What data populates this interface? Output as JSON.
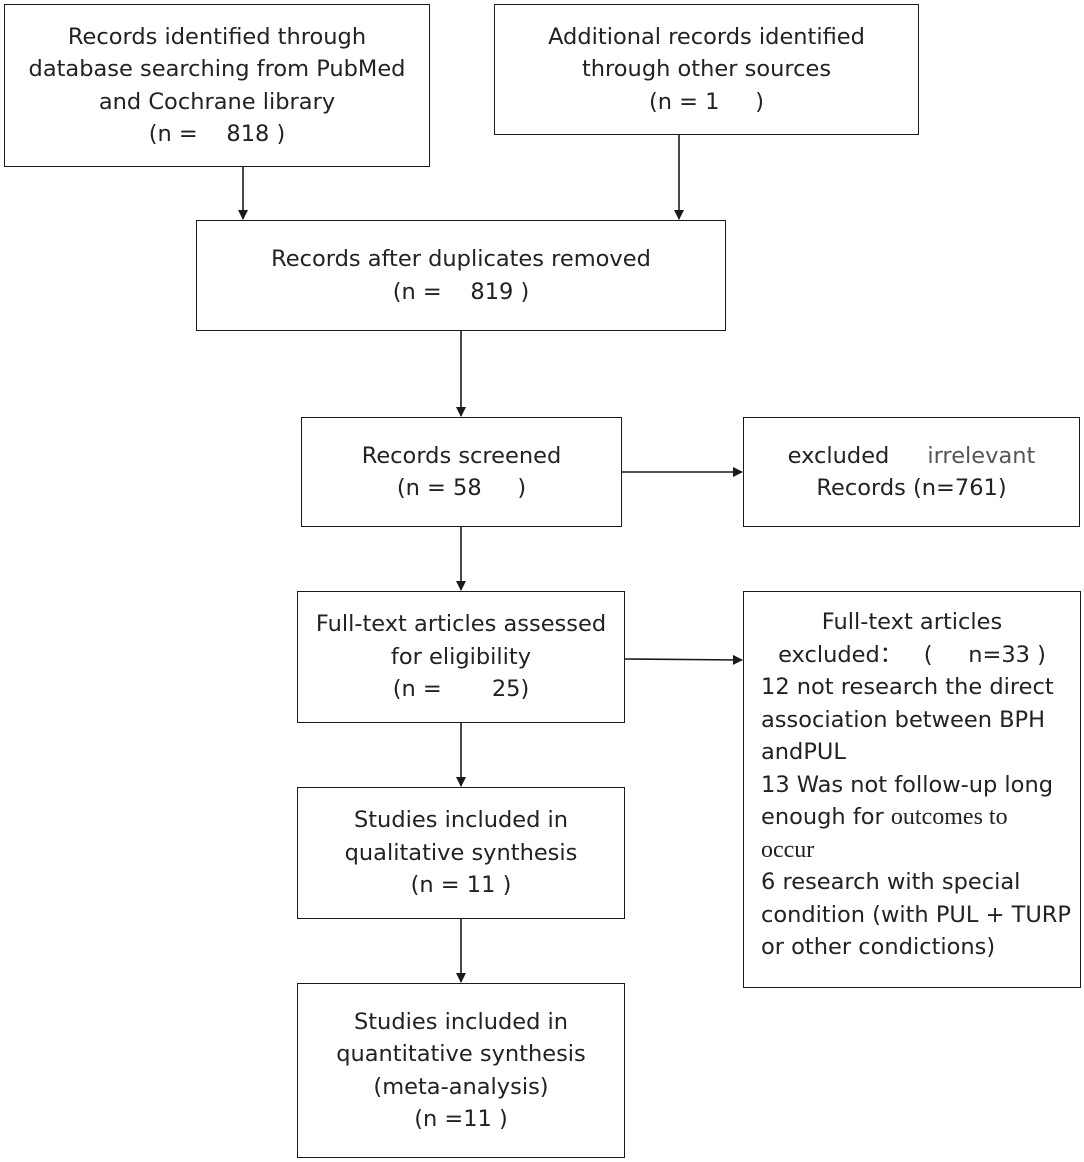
{
  "boxes": {
    "db_search": {
      "lines": [
        "Records identified through",
        "database searching from PubMed",
        "and Cochrane library",
        "(n =    818 )"
      ]
    },
    "other_sources": {
      "lines": [
        "Additional records identified",
        "through other sources",
        "(n = 1     )"
      ]
    },
    "after_duplicates": {
      "lines": [
        "Records after duplicates removed",
        "(n =    819 )"
      ]
    },
    "screened": {
      "lines": [
        "Records screened",
        "(n = 58     )"
      ]
    },
    "excluded_irrelevant": {
      "line1_a": "excluded",
      "line1_b": "irrelevant",
      "line2": "Records (n=761)"
    },
    "full_text": {
      "lines": [
        "Full-text articles assessed",
        "for eligibility",
        "(n =       25)"
      ]
    },
    "full_text_excluded": {
      "title1": "Full-text articles",
      "title2": "excluded：   (     n=33 )",
      "reason1_l1": "12 not research the direct",
      "reason1_l2": "association between BPH",
      "reason1_l3": "andPUL",
      "reason2_l1": "13 Was not follow-up long",
      "reason2_l2_a": "enough for",
      "reason2_l2_b": "outcomes to",
      "reason2_l3": "occur",
      "reason3_l1": "6 research with special",
      "reason3_l2": "condition (with PUL + TURP",
      "reason3_l3": "or other condictions)"
    },
    "qualitative": {
      "lines": [
        "Studies included in",
        "qualitative synthesis",
        "(n = 11 )"
      ]
    },
    "quantitative": {
      "lines": [
        "Studies included in",
        "quantitative synthesis",
        "(meta-analysis)",
        "(n =11 )"
      ]
    }
  }
}
